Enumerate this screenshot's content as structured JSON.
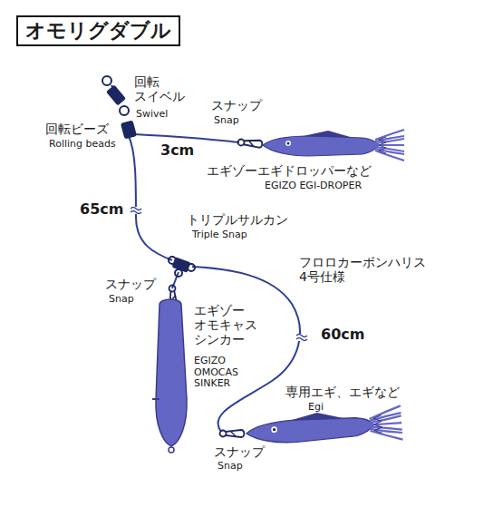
{
  "diagram": {
    "title": "オモリグダブル",
    "labels": [
      "回転 スイベル",
      "Swivel",
      "回転ビーズ",
      "Rolling beads",
      "スナップ",
      "Snap",
      "3cm",
      "エギゾーエギドロッパーなど",
      "EGIZO EGI-DROPER",
      "65cm",
      "トリプルサルカン",
      "Triple Snap",
      "フロロカーボンハリス 4号仕様",
      "スナップ",
      "Snap",
      "エギゾー オモキャス シンカー",
      "EGIZO OMOCAS SINKER",
      "60cm",
      "専用エギ、エギなど",
      "Egi",
      "スナップ",
      "Snap"
    ]
  }
}
